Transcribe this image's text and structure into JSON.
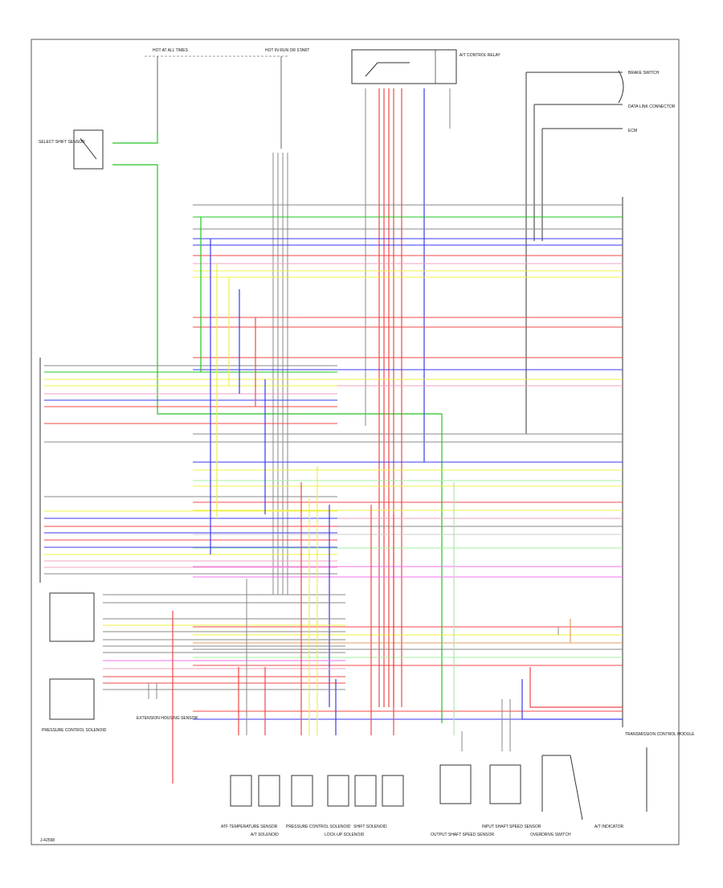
{
  "diagram": {
    "footer_code": "J-42598",
    "top_labels": {
      "fuse_left": "HOT AT ALL TIMES",
      "fuse_mid": "HOT IN RUN OR START",
      "relay_top": "A/T CONTROL RELAY",
      "relay_right_a": "BRAKE SWITCH",
      "relay_right_b": "DATA LINK CONNECTOR",
      "relay_right_c": "ECM"
    },
    "left_component": "SELECT SHIFT SENSOR",
    "tcm_label": "TRANSMISSION CONTROL MODULE",
    "bottom_labels": [
      "ATF TEMPERATURE SENSOR",
      "A/T SOLENOID",
      "PRESSURE CONTROL SOLENOID",
      "LOCK-UP SOLENOID",
      "SHIFT SOLENOID",
      "OUTPUT SHAFT SPEED SENSOR",
      "INPUT SHAFT SPEED SENSOR",
      "OVERDRIVE SWITCH",
      "A/T INDICATOR"
    ],
    "left_bottom_label": "PRESSURE CONTROL SOLENOID",
    "left_bottom_label2": "EXTENSION HOUSING SENSOR"
  }
}
